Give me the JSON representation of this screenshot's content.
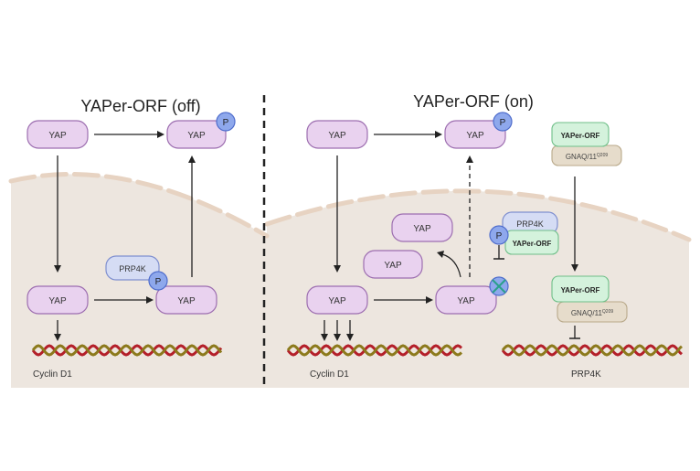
{
  "panels": {
    "left": {
      "title": "YAPer-ORF (off)",
      "gene_label": "Cyclin D1"
    },
    "right": {
      "title": "YAPer-ORF (on)",
      "gene_label_left": "Cyclin D1",
      "gene_label_right": "PRP4K"
    }
  },
  "labels": {
    "yap": "YAP",
    "phospho": "P",
    "prp4k": "PRP4K",
    "yaper_orf": "YAPer-ORF",
    "gnaq_base": "GNAQ/11",
    "gnaq_super": "Q209"
  },
  "colors": {
    "yap_fill": "#e9d2ef",
    "yap_stroke": "#9d6eb0",
    "phospho_fill": "#8ea8ec",
    "phospho_stroke": "#4f6dcc",
    "prp4k_fill": "#d5dcf4",
    "prp4k_stroke": "#7f8fcf",
    "yaper_fill": "#d4f2dc",
    "yaper_stroke": "#6fbf88",
    "gnaq_fill": "#e6dccb",
    "gnaq_stroke": "#b9a98a",
    "nucleus_fill": "#ede6df",
    "membrane_dash": "#e7d3c2",
    "dna_red": "#b41f2a",
    "dna_olive": "#8c7a1c"
  }
}
